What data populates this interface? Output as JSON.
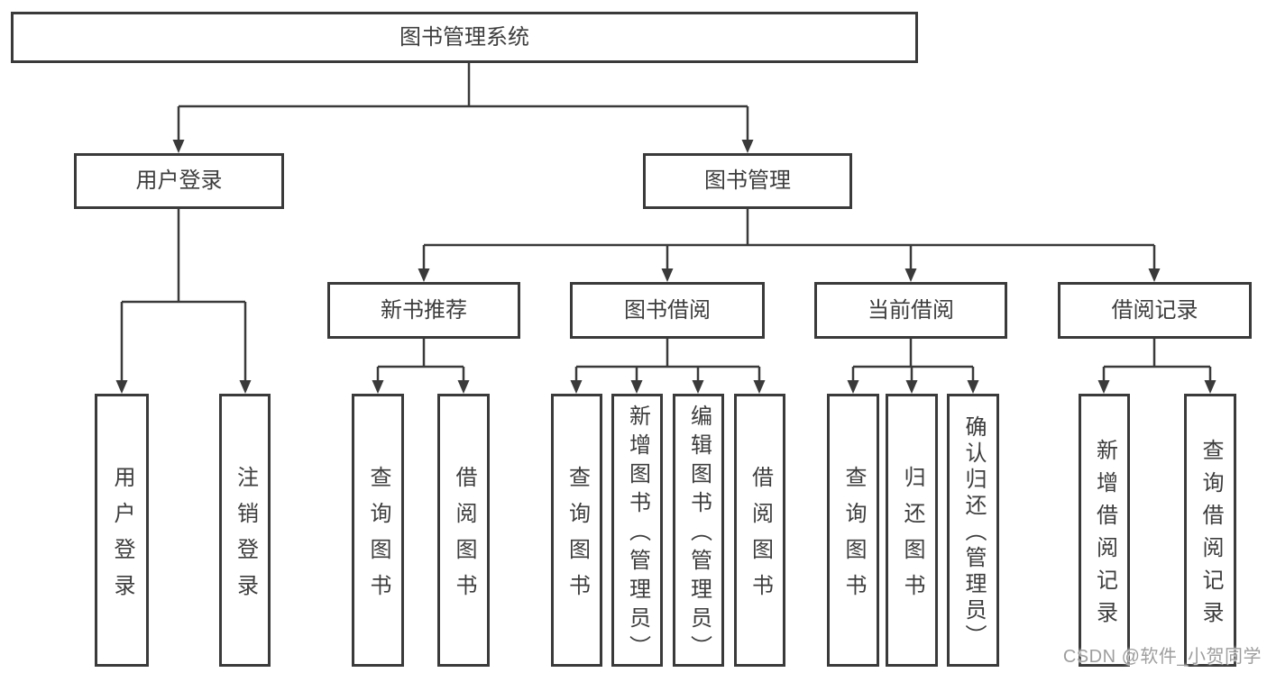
{
  "colors": {
    "background": "#ffffff",
    "line": "#3a3a3a",
    "box_border": "#3a3a3a",
    "text": "#3d3d3d",
    "watermark": "#9e9e9e"
  },
  "tree": {
    "label": "图书管理系统",
    "children": [
      {
        "label": "用户登录",
        "children": [
          {
            "label": "用户登录"
          },
          {
            "label": "注销登录"
          }
        ]
      },
      {
        "label": "图书管理",
        "children": [
          {
            "label": "新书推荐",
            "children": [
              {
                "label": "查询图书"
              },
              {
                "label": "借阅图书"
              }
            ]
          },
          {
            "label": "图书借阅",
            "children": [
              {
                "label": "查询图书"
              },
              {
                "label": "新增图书（管理员）"
              },
              {
                "label": "编辑图书（管理员）"
              },
              {
                "label": "借阅图书"
              }
            ]
          },
          {
            "label": "当前借阅",
            "children": [
              {
                "label": "查询图书"
              },
              {
                "label": "归还图书"
              },
              {
                "label": "确认归还（管理员）"
              }
            ]
          },
          {
            "label": "借阅记录",
            "children": [
              {
                "label": "新增借阅记录"
              },
              {
                "label": "查询借阅记录"
              }
            ]
          }
        ]
      }
    ]
  },
  "watermark": {
    "text": "CSDN @软件_小贺同学"
  }
}
